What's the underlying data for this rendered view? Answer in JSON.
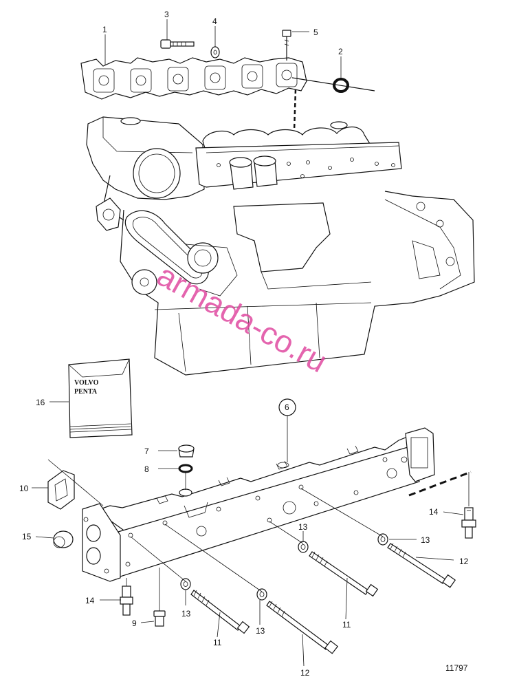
{
  "labels": {
    "l1": "1",
    "l2": "2",
    "l3": "3",
    "l4": "4",
    "l5": "5",
    "l6": "6",
    "l7": "7",
    "l8": "8",
    "l9": "9",
    "l10": "10",
    "l11a": "11",
    "l11b": "11",
    "l12a": "12",
    "l12b": "12",
    "l13a": "13",
    "l13b": "13",
    "l13c": "13",
    "l13d": "13",
    "l14a": "14",
    "l14b": "14",
    "l15": "15",
    "l16": "16"
  },
  "package_text": [
    "VOLVO",
    "PENTA"
  ],
  "drawing_number": "11797",
  "watermark": "armada-co.ru"
}
